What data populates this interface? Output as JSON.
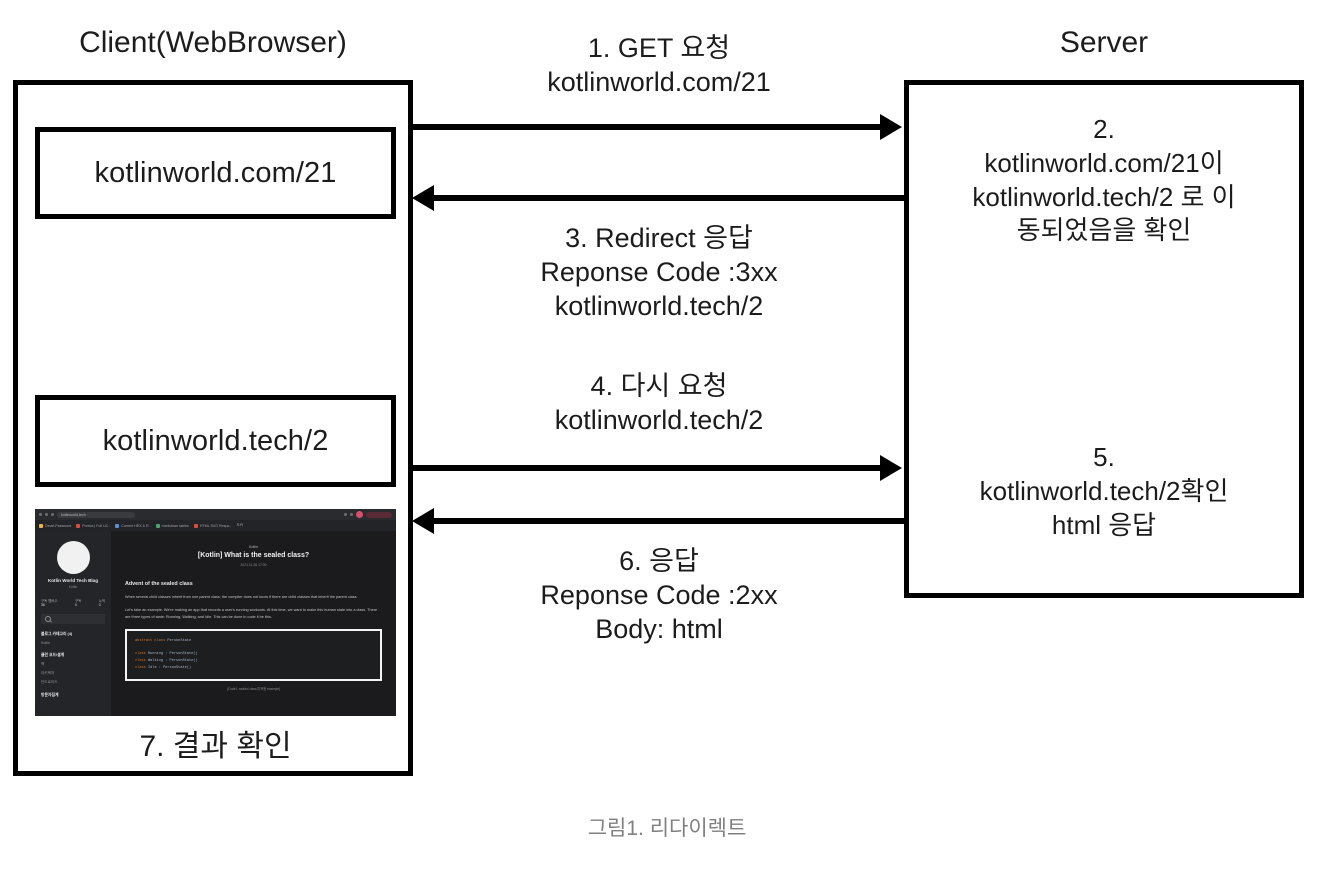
{
  "diagram": {
    "client_title": "Client(WebBrowser)",
    "server_title": "Server",
    "caption": "그림1. 리다이렉트",
    "client": {
      "url_box_1": "kotlinworld.com/21",
      "url_box_2": "kotlinworld.tech/2",
      "step_7": "7. 결과 확인"
    },
    "server": {
      "step_2": "2.\nkotlinworld.com/21이\nkotlinworld.tech/2 로 이\n동되었음을 확인",
      "step_5": "5.\nkotlinworld.tech/2확인\nhtml 응답"
    },
    "arrows": [
      {
        "id": "step-1",
        "direction": "right",
        "label": "1. GET 요청\nkotlinworld.com/21"
      },
      {
        "id": "step-3",
        "direction": "left",
        "label": "3. Redirect 응답\nReponse Code :3xx\nkotlinworld.tech/2"
      },
      {
        "id": "step-4",
        "direction": "right",
        "label": "4. 다시 요청\nkotlinworld.tech/2"
      },
      {
        "id": "step-6",
        "direction": "left",
        "label": "6. 응답\nReponse Code :2xx\nBody: html"
      }
    ]
  },
  "browser_screenshot": {
    "address_bar_url": "kotlinworld.tech",
    "bookmarks": [
      "Devel-Password",
      "Pontos | Full UC..",
      "Current HEX & R..",
      "markdown tables",
      "HTML SVG Respo..",
      "도커"
    ],
    "sidebar": {
      "blog_name": "Kotlin World Tech Blag",
      "blog_subtitle": "Kotlin",
      "stats": [
        {
          "label": "구독 멤버수",
          "value": "38"
        },
        {
          "label": "구독",
          "value": "0"
        },
        {
          "label": "누적",
          "value": "0"
        }
      ],
      "search_placeholder": "",
      "groups": [
        {
          "head": "블로그 카테고리 (4)",
          "items": [
            "Kotlin"
          ]
        },
        {
          "head": "클린 코드/설계",
          "items": [
            "책",
            "아키텍처",
            "안드로이드"
          ]
        },
        {
          "head": "방문자집계",
          "items": []
        }
      ]
    },
    "post": {
      "category": "Kotlin",
      "title": "[Kotlin] What is the sealed class?",
      "date": "2021.11.26 17:30",
      "heading": "Advent of the sealed class",
      "paragraph_1": "When several child classes inherit from one parent class, the compiler does not know if there are child classes that inherit the parent class.",
      "paragraph_2": "Let's take an example. We're making an app that records a user's running workouts. At this time, we want to make this human state into a class. There are three types of state: Running, Walking, and Idle. This can be done in code it be this.",
      "code_lines": [
        "abstract class PersonState",
        "",
        "class Running : PersonState()",
        "class Walking : PersonState()",
        "class Idle : PersonState()"
      ],
      "code_caption": "[Code1. sealed class 미적용 example]"
    }
  }
}
